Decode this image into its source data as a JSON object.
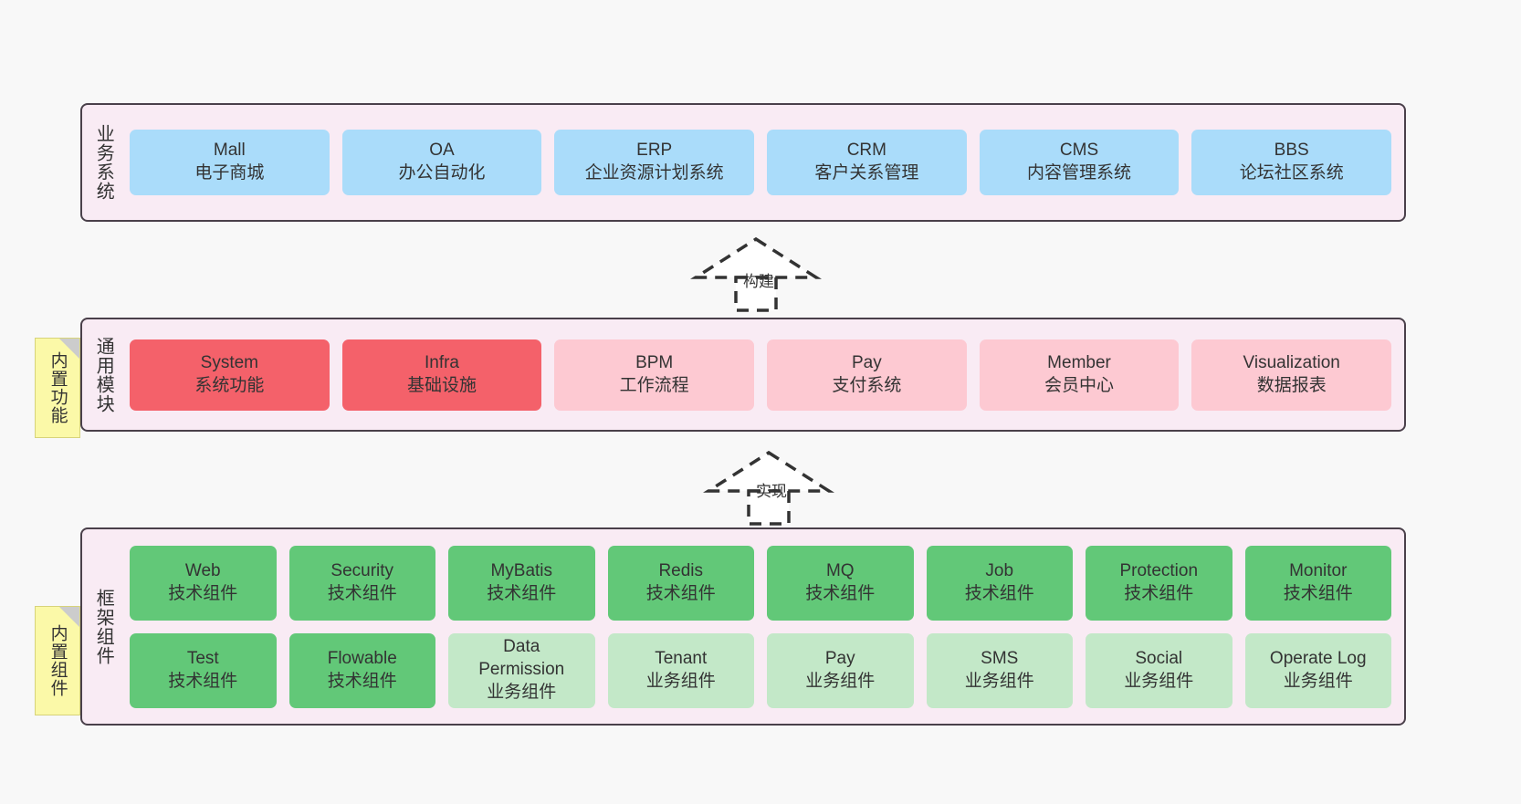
{
  "diagram": {
    "background_color": "#f8f8f8",
    "container_fill": "#f9ebf4",
    "container_border": "#4a404a",
    "note_fill": "#fbf9a8"
  },
  "layers": [
    {
      "id": "business",
      "title": "业务系统",
      "card_color": "#aadcfa",
      "cards": [
        {
          "name": "Mall",
          "desc": "电子商城"
        },
        {
          "name": "OA",
          "desc": "办公自动化"
        },
        {
          "name": "ERP",
          "desc": "企业资源计划系统"
        },
        {
          "name": "CRM",
          "desc": "客户关系管理"
        },
        {
          "name": "CMS",
          "desc": "内容管理系统"
        },
        {
          "name": "BBS",
          "desc": "论坛社区系统"
        }
      ]
    },
    {
      "id": "common",
      "title": "通用模块",
      "note": "内置功能",
      "card_color_primary": "#f4616a",
      "card_color_secondary": "#fdc9d2",
      "cards": [
        {
          "name": "System",
          "desc": "系统功能",
          "style": "primary"
        },
        {
          "name": "Infra",
          "desc": "基础设施",
          "style": "primary"
        },
        {
          "name": "BPM",
          "desc": "工作流程",
          "style": "secondary"
        },
        {
          "name": "Pay",
          "desc": "支付系统",
          "style": "secondary"
        },
        {
          "name": "Member",
          "desc": "会员中心",
          "style": "secondary"
        },
        {
          "name": "Visualization",
          "desc": "数据报表",
          "style": "secondary"
        }
      ]
    },
    {
      "id": "framework",
      "title": "框架组件",
      "note": "内置组件",
      "card_color_tech": "#62c878",
      "card_color_biz": "#c3e8c8",
      "row1": [
        {
          "name": "Web",
          "desc": "技术组件"
        },
        {
          "name": "Security",
          "desc": "技术组件"
        },
        {
          "name": "MyBatis",
          "desc": "技术组件"
        },
        {
          "name": "Redis",
          "desc": "技术组件"
        },
        {
          "name": "MQ",
          "desc": "技术组件"
        },
        {
          "name": "Job",
          "desc": "技术组件"
        },
        {
          "name": "Protection",
          "desc": "技术组件"
        },
        {
          "name": "Monitor",
          "desc": "技术组件"
        }
      ],
      "row2": [
        {
          "name": "Test",
          "desc": "技术组件"
        },
        {
          "name": "Flowable",
          "desc": "技术组件"
        },
        {
          "name": "Data",
          "name2": "Permission",
          "desc": "业务组件"
        },
        {
          "name": "Tenant",
          "desc": "业务组件"
        },
        {
          "name": "Pay",
          "desc": "业务组件"
        },
        {
          "name": "SMS",
          "desc": "业务组件"
        },
        {
          "name": "Social",
          "desc": "业务组件"
        },
        {
          "name": "Operate Log",
          "desc": "业务组件"
        }
      ]
    }
  ],
  "arrows": [
    {
      "id": "build",
      "label": "构建"
    },
    {
      "id": "realize",
      "label": "实现"
    }
  ]
}
